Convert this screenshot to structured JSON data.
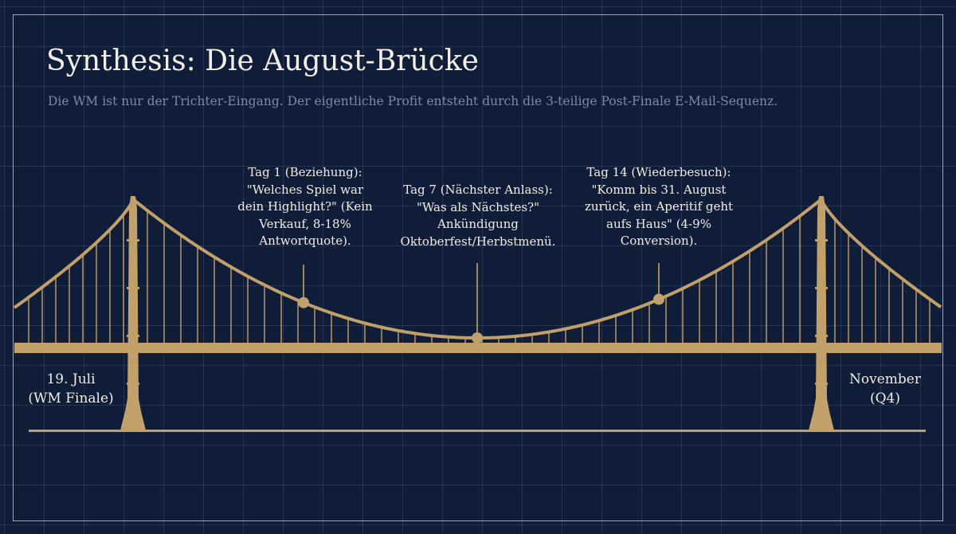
{
  "title": "Synthesis: Die August-Brücke",
  "subtitle": "Die WM ist nur der Trichter-Eingang. Der eigentliche Profit entsteht durch die 3-teilige Post-Finale E-Mail-Sequenz.",
  "colors": {
    "background": "#0f1d38",
    "bridge": "#c2a06a",
    "text": "#f1ede4",
    "subtitle": "#7f8aa1"
  },
  "milestones": [
    {
      "label": "Tag 1 (Beziehung):\n\"Welches Spiel war\ndein Highlight?\" (Kein\nVerkauf, 8-18%\nAntwortquote)."
    },
    {
      "label": "Tag 7 (Nächster Anlass):\n\"Was als Nächstes?\"\nAnkündigung\nOktoberfest/Herbstmenü."
    },
    {
      "label": "Tag 14 (Wiederbesuch):\n\"Komm bis 31. August\nzurück, ein Aperitif geht\naufs Haus\" (4-9%\nConversion)."
    }
  ],
  "start_label": "19. Juli\n(WM Finale)",
  "end_label": "November\n(Q4)"
}
